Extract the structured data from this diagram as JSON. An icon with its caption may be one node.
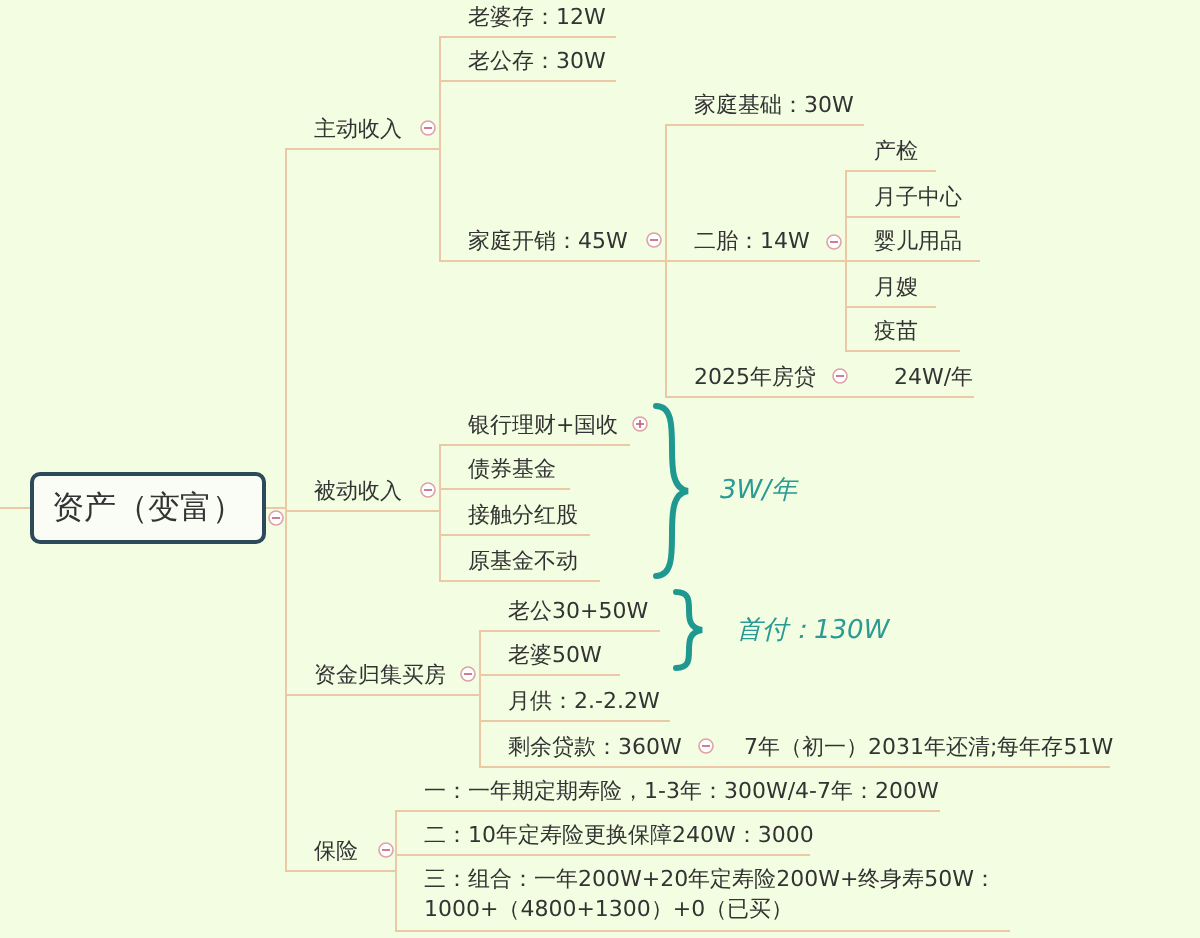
{
  "diagram": {
    "nodes": [
      {
        "text": [
          "资产（变富）"
        ]
      },
      {
        "text": [
          "主动收入"
        ]
      },
      {
        "text": [
          "老婆存：12W"
        ]
      },
      {
        "text": [
          "老公存：30W"
        ]
      },
      {
        "text": [
          "家庭开销：45W"
        ]
      },
      {
        "text": [
          "家庭基础：30W"
        ]
      },
      {
        "text": [
          "二胎：14W"
        ]
      },
      {
        "text": [
          "产检"
        ]
      },
      {
        "text": [
          "月子中心"
        ]
      },
      {
        "text": [
          "婴儿用品"
        ]
      },
      {
        "text": [
          "月嫂"
        ]
      },
      {
        "text": [
          "疫苗"
        ]
      },
      {
        "text": [
          "2025年房贷"
        ]
      },
      {
        "text": [
          "24W/年"
        ]
      },
      {
        "text": [
          "被动收入"
        ]
      },
      {
        "text": [
          "银行理财+国收"
        ]
      },
      {
        "text": [
          "债券基金"
        ]
      },
      {
        "text": [
          "接触分红股"
        ]
      },
      {
        "text": [
          "原基金不动"
        ]
      },
      {
        "text": [
          "资金归集买房"
        ]
      },
      {
        "text": [
          "老公30+50W"
        ]
      },
      {
        "text": [
          "老婆50W"
        ]
      },
      {
        "text": [
          "月供：2.-2.2W"
        ]
      },
      {
        "text": [
          "剩余贷款：360W"
        ]
      },
      {
        "text": [
          "7年（初一）2031年还清;每年存51W"
        ]
      },
      {
        "text": [
          "保险"
        ]
      },
      {
        "text": [
          "一：一年期定期寿险，1-3年：300W/4-7年：200W"
        ]
      },
      {
        "text": [
          "二：10年定寿险更换保障240W：3000"
        ]
      },
      {
        "text": [
          "三：组合：一年200W+20年定寿险200W+终身寿50W： 1000+（4800+1300）+0（已买）"
        ]
      }
    ],
    "edges": [
      {
        "from": null,
        "to": 0,
        "arrow": "none"
      },
      {
        "from": 0,
        "to": 1,
        "arrow": "none"
      },
      {
        "from": 1,
        "to": 2,
        "arrow": "none"
      },
      {
        "from": 1,
        "to": 3,
        "arrow": "none"
      },
      {
        "from": 1,
        "to": 4,
        "arrow": "none"
      },
      {
        "from": 4,
        "to": 5,
        "arrow": "none"
      },
      {
        "from": 4,
        "to": 6,
        "arrow": "none"
      },
      {
        "from": 6,
        "to": 7,
        "arrow": "none"
      },
      {
        "from": 6,
        "to": 8,
        "arrow": "none"
      },
      {
        "from": 6,
        "to": 9,
        "arrow": "none"
      },
      {
        "from": 6,
        "to": 10,
        "arrow": "none"
      },
      {
        "from": 6,
        "to": 11,
        "arrow": "none"
      },
      {
        "from": 4,
        "to": 12,
        "arrow": "none"
      },
      {
        "from": 12,
        "to": 13,
        "arrow": "none"
      },
      {
        "from": 0,
        "to": 14,
        "arrow": "none"
      },
      {
        "from": 14,
        "to": 15,
        "arrow": "none"
      },
      {
        "from": 14,
        "to": 16,
        "arrow": "none"
      },
      {
        "from": 14,
        "to": 17,
        "arrow": "none"
      },
      {
        "from": 14,
        "to": 18,
        "arrow": "none"
      },
      {
        "from": 0,
        "to": 19,
        "arrow": "none"
      },
      {
        "from": 19,
        "to": 20,
        "arrow": "none"
      },
      {
        "from": 19,
        "to": 21,
        "arrow": "none"
      },
      {
        "from": 19,
        "to": 22,
        "arrow": "none"
      },
      {
        "from": 19,
        "to": 23,
        "arrow": "none"
      },
      {
        "from": 23,
        "to": 24,
        "arrow": "none"
      },
      {
        "from": 0,
        "to": 25,
        "arrow": "none"
      },
      {
        "from": 25,
        "to": 26,
        "arrow": "none"
      },
      {
        "from": 25,
        "to": 27,
        "arrow": "none"
      },
      {
        "from": 25,
        "to": 28,
        "arrow": "none"
      }
    ],
    "labels": [
      "3W/年",
      "首付：130W"
    ]
  }
}
